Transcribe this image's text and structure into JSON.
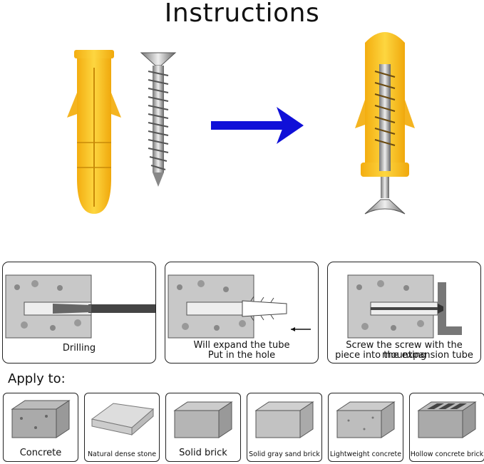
{
  "title": "Instructions",
  "steps": [
    {
      "line1": "Drilling",
      "line2": ""
    },
    {
      "line1": "Will expand the tube",
      "line2": "Put in the hole"
    },
    {
      "line1": "Screw the screw with the mounting",
      "line2": "piece into the expansion tube"
    }
  ],
  "apply_to": "Apply to:",
  "materials": [
    "Concrete",
    "Natural dense stone",
    "Solid brick",
    "Solid gray sand brick",
    "Lightweight concrete",
    "Hollow concrete brick"
  ],
  "colors": {
    "plug": "#f6c22c",
    "arrow": "#1010d8",
    "wall": "#c8c8c8"
  }
}
